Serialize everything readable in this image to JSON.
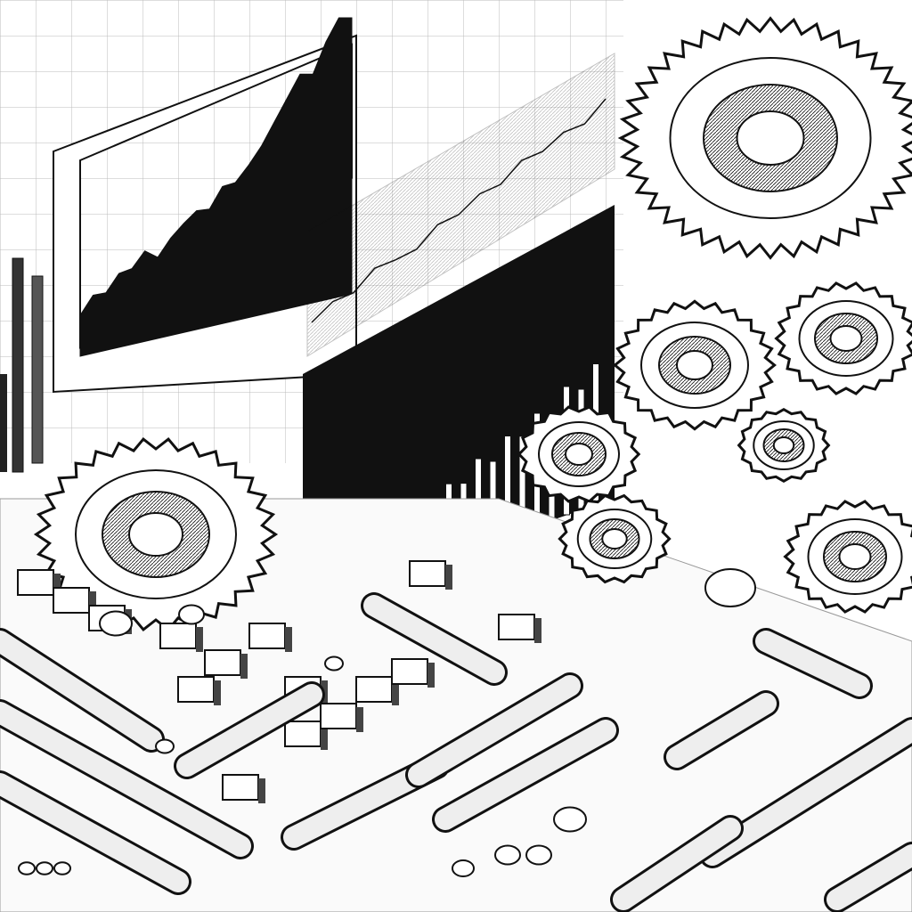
{
  "palette": {
    "ink": "#111111",
    "paper": "#ffffff",
    "mid": "#888888",
    "light": "#d8d8d8"
  },
  "area_chart": {
    "values": [
      40,
      55,
      48,
      62,
      58,
      70,
      52,
      66,
      74,
      80,
      72,
      90,
      85,
      96,
      110,
      130,
      150,
      170,
      160,
      190,
      210,
      200
    ]
  },
  "bar_panel": {
    "values": [
      20,
      35,
      28,
      50,
      44,
      62,
      55,
      78,
      70,
      92,
      86,
      110,
      100,
      125,
      118,
      140,
      132,
      160,
      150,
      175
    ]
  },
  "line_panel": {
    "values": [
      30,
      45,
      38,
      60,
      52,
      48,
      70,
      65,
      80,
      74,
      95,
      88,
      100,
      92,
      115
    ]
  },
  "icons": [
    "gear-icon",
    "pen-icon",
    "coin-icon",
    "chart-icon"
  ]
}
